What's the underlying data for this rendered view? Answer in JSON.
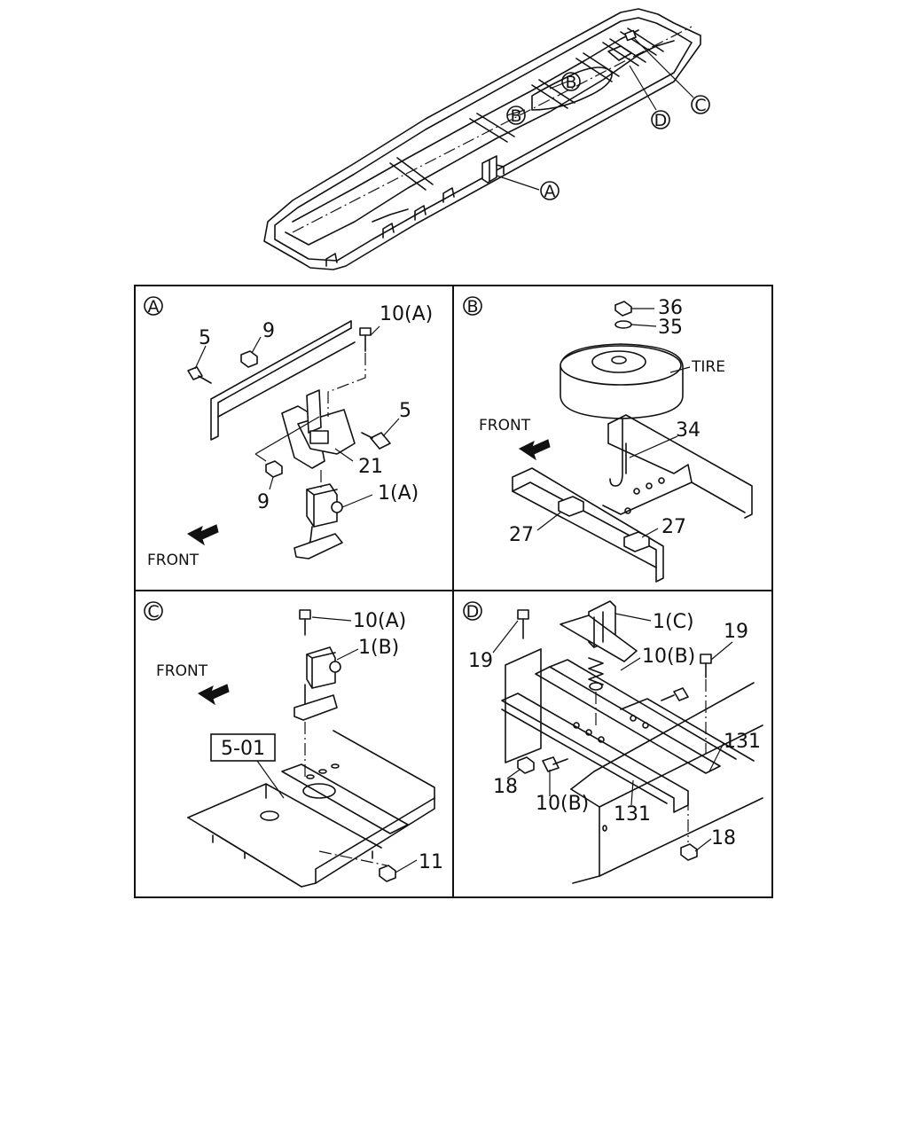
{
  "overview": {
    "callouts": [
      "B",
      "B",
      "D",
      "C",
      "A"
    ]
  },
  "panels": {
    "A": {
      "letter": "A",
      "front_label": "FRONT",
      "labels": [
        "10(A)",
        "5",
        "9",
        "5",
        "21",
        "9",
        "1(A)"
      ]
    },
    "B": {
      "letter": "B",
      "front_label": "FRONT",
      "labels": [
        "36",
        "35",
        "TIRE",
        "34",
        "27",
        "27"
      ]
    },
    "C": {
      "letter": "C",
      "front_label": "FRONT",
      "ref_box": "5-01",
      "labels": [
        "10(A)",
        "1(B)",
        "11"
      ]
    },
    "D": {
      "letter": "D",
      "labels": [
        "1(C)",
        "19",
        "19",
        "10(B)",
        "131",
        "18",
        "10(B)",
        "131",
        "18"
      ]
    }
  }
}
